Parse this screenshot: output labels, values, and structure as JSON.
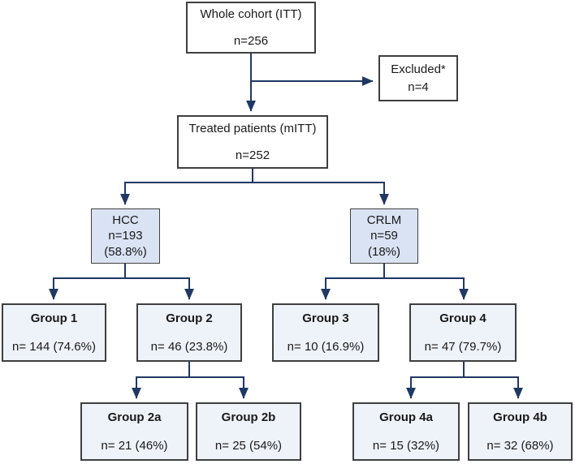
{
  "diagram": {
    "type": "patient-flow-chart",
    "colors": {
      "arrow": "#1f3864",
      "box_border": "#3f3f3f",
      "box_fill_white": "#ffffff",
      "box_fill_blue": "#dae3f3",
      "box_fill_pale": "#eef2f9",
      "text": "#1a1a1a"
    },
    "nodes": {
      "whole_cohort": {
        "label": "Whole cohort (ITT)",
        "count": "n=256"
      },
      "excluded": {
        "label": "Excluded*",
        "count": "n=4"
      },
      "treated": {
        "label": "Treated patients (mITT)",
        "count": "n=252"
      },
      "hcc": {
        "label": "HCC",
        "count": "n=193",
        "percent": "(58.8%)"
      },
      "crlm": {
        "label": "CRLM",
        "count": "n=59",
        "percent": "(18%)"
      },
      "group1": {
        "label": "Group 1",
        "count": "n= 144 (74.6%)"
      },
      "group2": {
        "label": "Group 2",
        "count": "n= 46 (23.8%)"
      },
      "group3": {
        "label": "Group 3",
        "count": "n= 10 (16.9%)"
      },
      "group4": {
        "label": "Group 4",
        "count": "n= 47 (79.7%)"
      },
      "group2a": {
        "label": "Group 2a",
        "count": "n= 21 (46%)"
      },
      "group2b": {
        "label": "Group 2b",
        "count": "n= 25 (54%)"
      },
      "group4a": {
        "label": "Group 4a",
        "count": "n= 15 (32%)"
      },
      "group4b": {
        "label": "Group 4b",
        "count": "n= 32 (68%)"
      }
    }
  }
}
